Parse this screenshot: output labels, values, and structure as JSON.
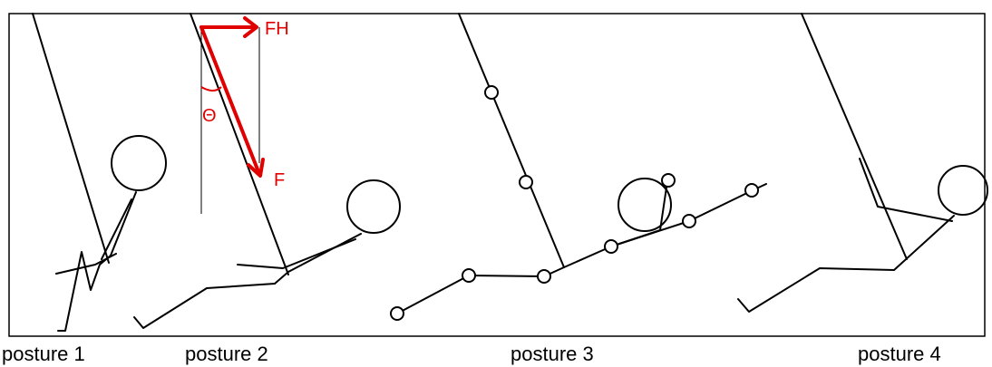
{
  "labels": {
    "force_horizontal": "FH",
    "force": "F",
    "angle": "Θ"
  },
  "postures": [
    {
      "caption": "posture 1"
    },
    {
      "caption": "posture 2"
    },
    {
      "caption": "posture 3"
    },
    {
      "caption": "posture 4"
    }
  ],
  "colors": {
    "force_vectors": "#e00000",
    "lines": "#000000",
    "background": "#ffffff"
  }
}
